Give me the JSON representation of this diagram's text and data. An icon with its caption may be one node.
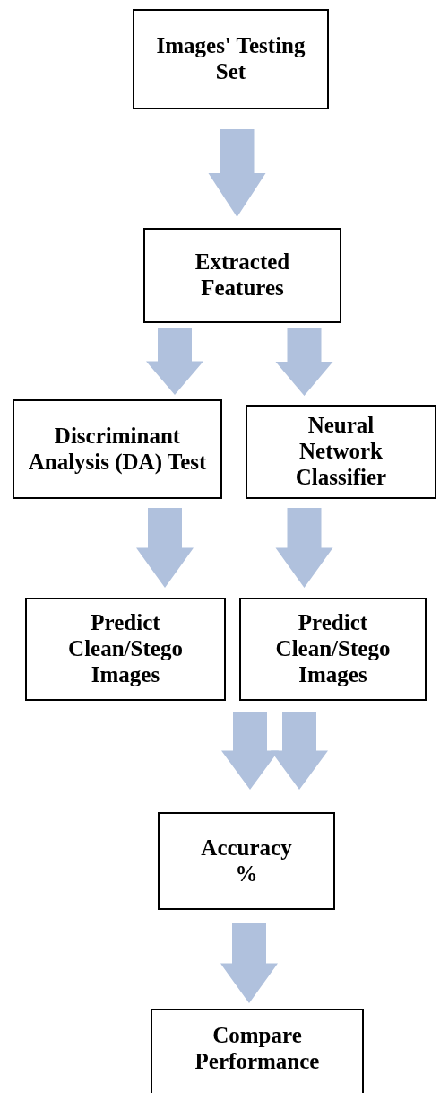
{
  "diagram": {
    "nodes": [
      {
        "text": [
          "Images' Testing Set"
        ]
      },
      {
        "text": [
          "Extracted Features"
        ]
      },
      {
        "text": [
          "Discriminant Analysis (DA) Test"
        ]
      },
      {
        "text": [
          "Neural Network Classifier"
        ]
      },
      {
        "text": [
          "Predict Clean/Stego Images"
        ]
      },
      {
        "text": [
          "Predict Clean/Stego Images"
        ]
      },
      {
        "text": [
          "Accuracy %"
        ]
      },
      {
        "text": [
          "Compare Performance"
        ]
      }
    ],
    "edges": [
      {
        "from": 0,
        "to": 1,
        "arrow": "to",
        "style": "thick"
      },
      {
        "from": 1,
        "to": 2,
        "arrow": "to",
        "style": "thick"
      },
      {
        "from": 1,
        "to": 3,
        "arrow": "to",
        "style": "thick"
      },
      {
        "from": 2,
        "to": 4,
        "arrow": "to",
        "style": "thick"
      },
      {
        "from": 3,
        "to": 5,
        "arrow": "to",
        "style": "thick"
      },
      {
        "from": 4,
        "to": 6,
        "arrow": "to",
        "style": "thick"
      },
      {
        "from": 5,
        "to": 6,
        "arrow": "to",
        "style": "thick"
      },
      {
        "from": 6,
        "to": 7,
        "arrow": "to",
        "style": "thick"
      }
    ]
  }
}
